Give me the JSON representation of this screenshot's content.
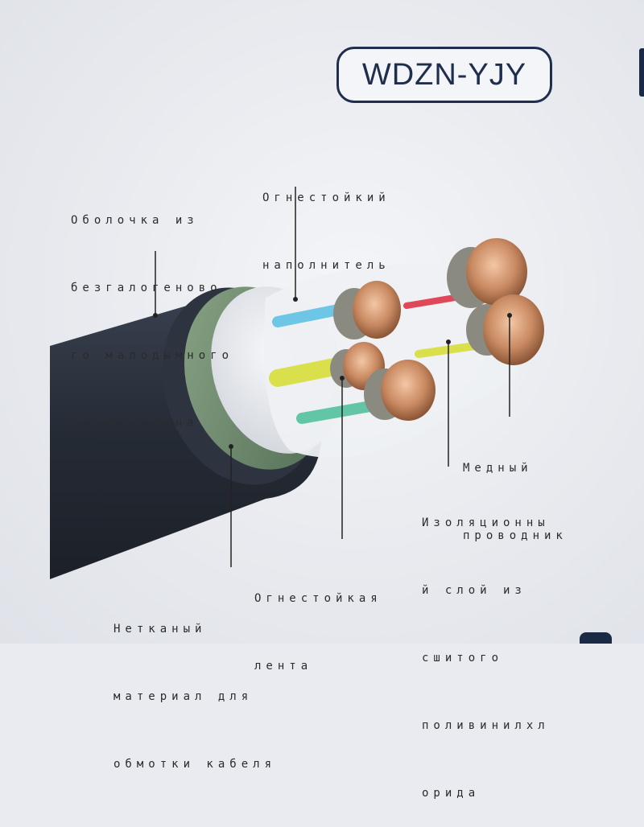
{
  "title": "WDZN-YJY",
  "labels": {
    "sheath": [
      "Оболочка из",
      "безгалогеново",
      "го малодымного",
      "полиолефина"
    ],
    "filler": [
      "Огнестойкий",
      "наполнитель"
    ],
    "conductor": [
      "Медный",
      "проводник"
    ],
    "insulation": [
      "Изоляционны",
      "й слой из",
      "сшитого",
      "поливинилхл",
      "орида"
    ],
    "tape": [
      "Огнестойкая",
      "лента"
    ],
    "nonwoven": [
      "Нетканый",
      "материал для",
      "обмотки кабеля"
    ]
  },
  "colors": {
    "sheath": "#2a313d",
    "tape": "#6f8a6c",
    "filler": "#e4e6ea",
    "copper": "#c98a62",
    "core_blue": "#6ec6e6",
    "core_red": "#e0485a",
    "core_yellow": "#d9e04c",
    "core_green": "#62c6a6",
    "title_border": "#1e2e4c"
  }
}
